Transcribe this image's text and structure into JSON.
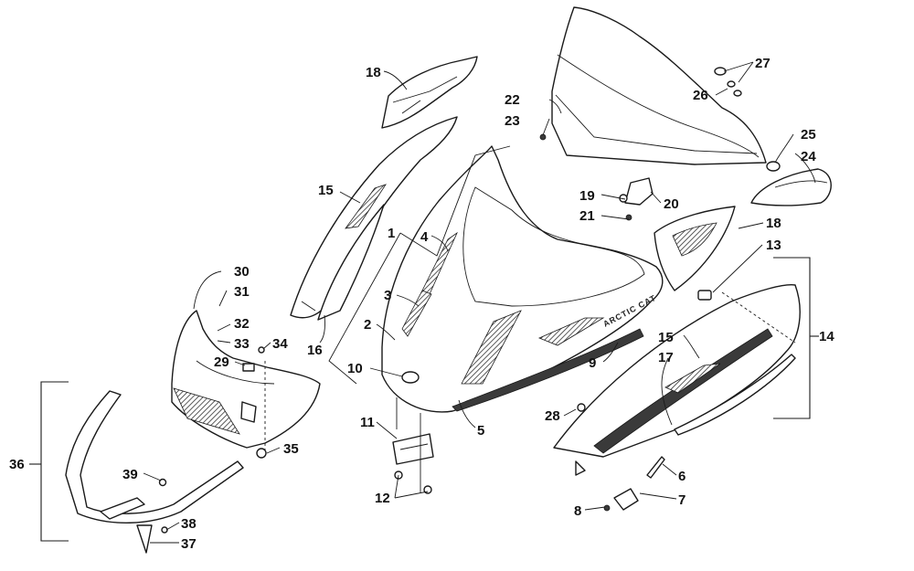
{
  "diagram": {
    "brand_text": "ARCTIC CAT",
    "callouts": {
      "c1": "1",
      "c2": "2",
      "c3": "3",
      "c4": "4",
      "c5": "5",
      "c6": "6",
      "c7": "7",
      "c8": "8",
      "c9": "9",
      "c10": "10",
      "c11": "11",
      "c12": "12",
      "c13": "13",
      "c14": "14",
      "c15a": "15",
      "c15b": "15",
      "c16": "16",
      "c17": "17",
      "c18a": "18",
      "c18b": "18",
      "c19": "19",
      "c20": "20",
      "c21": "21",
      "c22": "22",
      "c23": "23",
      "c24": "24",
      "c25": "25",
      "c26": "26",
      "c27": "27",
      "c28": "28",
      "c29": "29",
      "c30": "30",
      "c31": "31",
      "c32": "32",
      "c33": "33",
      "c34": "34",
      "c35": "35",
      "c36": "36",
      "c37": "37",
      "c38": "38",
      "c39": "39"
    }
  }
}
